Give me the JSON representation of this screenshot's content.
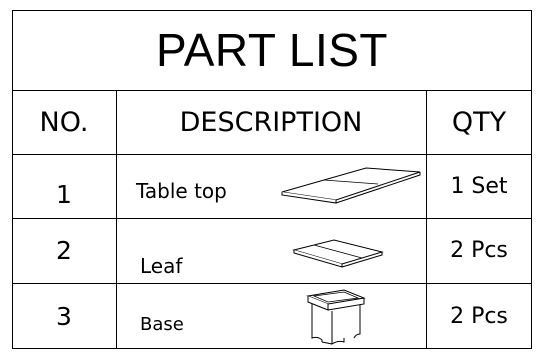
{
  "title": "PART LIST",
  "columns": {
    "no": "NO.",
    "description": "DESCRIPTION",
    "qty": "QTY"
  },
  "rows": [
    {
      "no": "1",
      "description": "Table top",
      "qty": "1 Set",
      "icon": "table-top-drawing"
    },
    {
      "no": "2",
      "description": "Leaf",
      "qty": "2 Pcs",
      "icon": "leaf-drawing"
    },
    {
      "no": "3",
      "description": "Base",
      "qty": "2 Pcs",
      "icon": "base-drawing"
    }
  ]
}
